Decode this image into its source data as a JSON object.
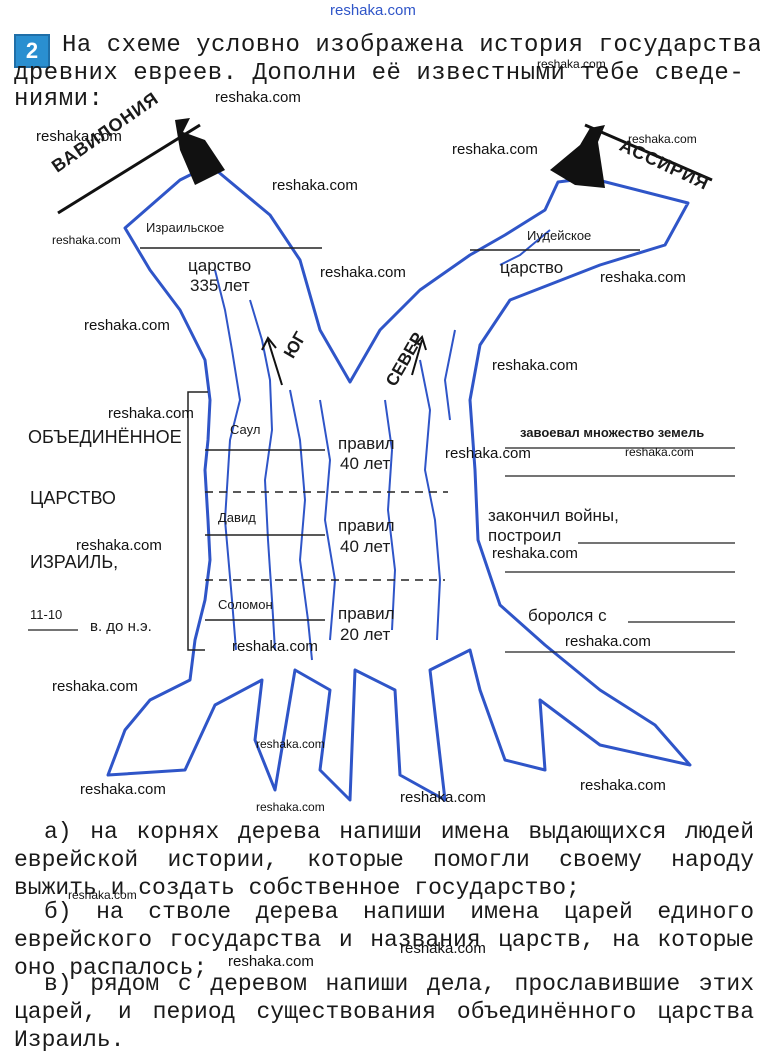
{
  "watermark": "reshaka.com",
  "task": {
    "number": "2",
    "intro_line1": "На схеме условно изображена история государства",
    "intro_line2": "древних евреев. Дополни её известными тебе сведе-",
    "intro_line3": "ниями:"
  },
  "diagram": {
    "babylon": "ВАВИЛОНИЯ",
    "assyria": "АССИРИЯ",
    "israel_kingdom_1": "Израильское",
    "israel_kingdom_2": "царство",
    "israel_kingdom_3": "335 лет",
    "judah_kingdom_1": "Иудейское",
    "judah_kingdom_2": "царство",
    "south": "ЮГ",
    "north": "СЕВЕР",
    "united_1": "ОБЪЕДИНЁННОЕ",
    "united_2": "ЦАРСТВО",
    "united_3": "ИЗРАИЛЬ,",
    "period_value": "11-10",
    "period_suffix": "в. до н.э.",
    "kings": [
      {
        "name": "Саул",
        "ruled": "правил",
        "years": "40 лет"
      },
      {
        "name": "Давид",
        "ruled": "правил",
        "years": "40 лет"
      },
      {
        "name": "Соломон",
        "ruled": "правил",
        "years": "20 лет"
      }
    ],
    "deeds": {
      "saul": "завоевал множество земель",
      "david_1": "закончил войны,",
      "david_2": "построил",
      "solomon": "боролся с"
    }
  },
  "questions": {
    "a": "а) на корнях дерева напиши имена выдающихся людей еврейской истории, которые помогли своему народу выжить и создать собственное государство;",
    "b": "б) на стволе дерева напиши имена царей единого еврейского государства и названия царств, на которые оно распалось;",
    "c": "в) рядом с деревом напиши дела, прославившие этих царей, и период существования объединённого царства Израиль."
  },
  "colors": {
    "tree_outline": "#2f55c8",
    "task_badge": "#2a8fd0"
  }
}
